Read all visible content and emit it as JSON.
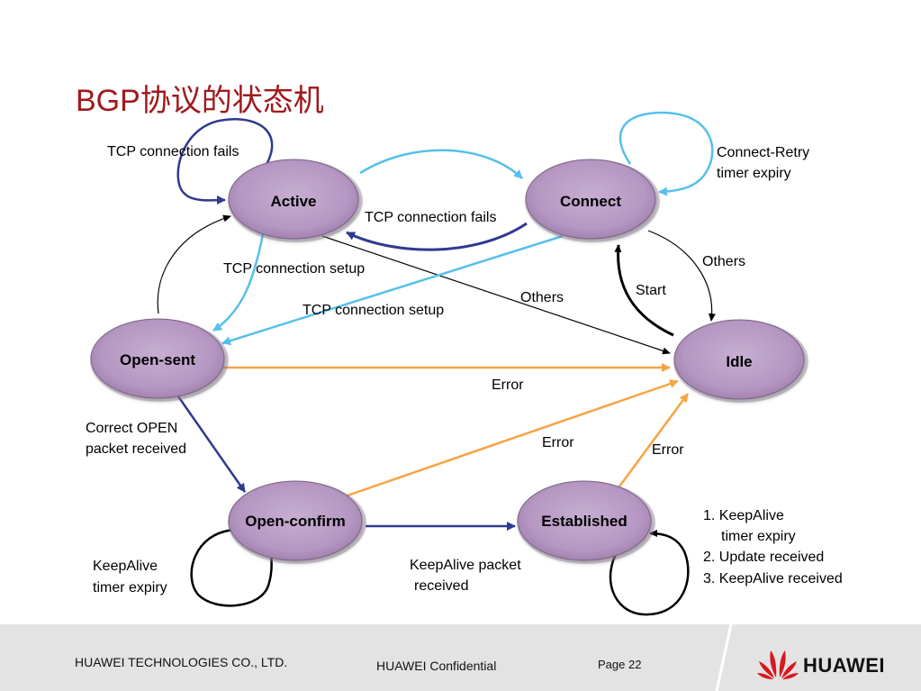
{
  "slide": {
    "title": "BGP协议的状态机"
  },
  "states": {
    "active": "Active",
    "connect": "Connect",
    "open_sent": "Open-sent",
    "idle": "Idle",
    "open_confirm": "Open-confirm",
    "established": "Established"
  },
  "labels": {
    "active_self_loop": "TCP connection fails",
    "connect_self_loop_line1": "Connect-Retry",
    "connect_self_loop_line2": "timer expiry",
    "connect_to_active": "TCP connection fails",
    "active_to_opensent": "TCP connection setup",
    "connect_to_opensent": "TCP connection setup",
    "active_to_idle": "Others",
    "connect_to_idle": "Others",
    "idle_to_connect": "Start",
    "opensent_to_idle": "Error",
    "openconfirm_to_idle": "Error",
    "established_to_idle": "Error",
    "opensent_to_openconfirm_line1": "Correct OPEN",
    "opensent_to_openconfirm_line2": "packet received",
    "openconfirm_self_loop_line1": "KeepAlive",
    "openconfirm_self_loop_line2": "timer expiry",
    "openconfirm_to_established_line1": "KeepAlive packet",
    "openconfirm_to_established_line2": "received",
    "established_loop_1a": "1. KeepAlive",
    "established_loop_1b": "timer expiry",
    "established_loop_2": "2. Update received",
    "established_loop_3": "3. KeepAlive received"
  },
  "footer": {
    "company": "HUAWEI TECHNOLOGIES CO., LTD.",
    "confidential": "HUAWEI Confidential",
    "page": "Page 22",
    "logo": "HUAWEI"
  },
  "colors": {
    "title": "#a0191c",
    "node_fill": "#b89cc4",
    "arrow_lightblue": "#56c0ea",
    "arrow_darkblue": "#2f3a8f",
    "arrow_orange": "#f7a343",
    "arrow_black": "#000000"
  }
}
